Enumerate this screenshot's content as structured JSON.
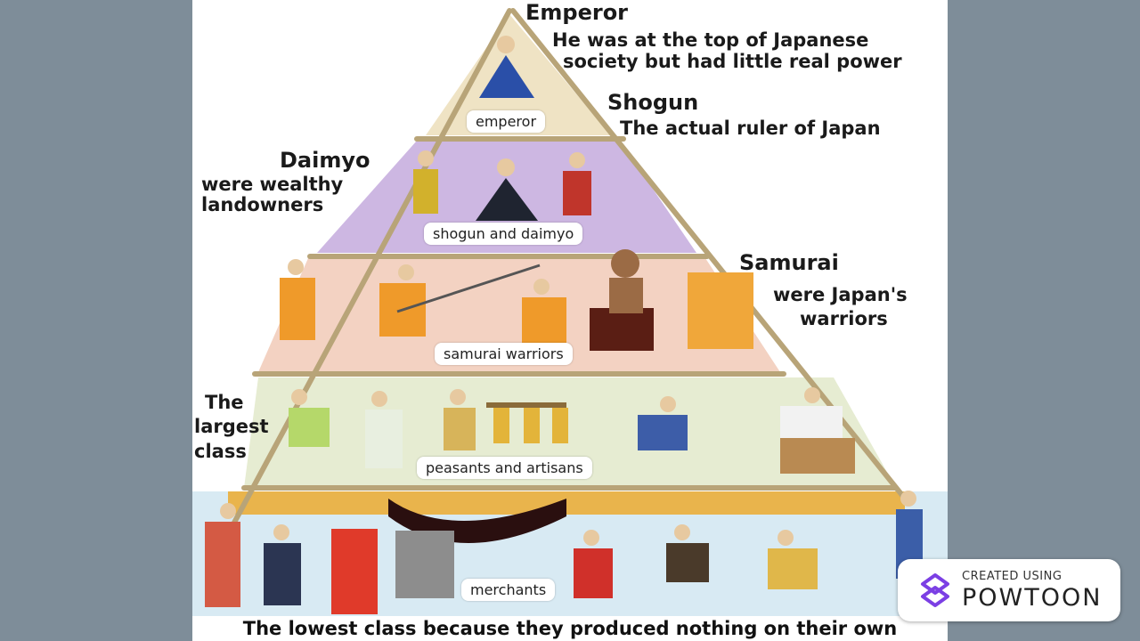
{
  "tiers": [
    {
      "label": "emperor",
      "color": "#efe3c4"
    },
    {
      "label": "shogun and daimyo",
      "color": "#cdb7e2"
    },
    {
      "label": "samurai warriors",
      "color": "#f3d2c2"
    },
    {
      "label": "peasants and artisans",
      "color": "#e6ecd2"
    },
    {
      "label": "merchants",
      "color": "#d8eaf3"
    }
  ],
  "annotations": {
    "emperor_title": "Emperor",
    "emperor_desc_1": "He was at the top of Japanese",
    "emperor_desc_2": "society but had little real power",
    "shogun_title": "Shogun",
    "shogun_desc": "The actual ruler of Japan",
    "daimyo_title": "Daimyo",
    "daimyo_desc_1": "were wealthy",
    "daimyo_desc_2": "landowners",
    "samurai_title": "Samurai",
    "samurai_desc_1": "were Japan's",
    "samurai_desc_2": "warriors",
    "largest_1": "The",
    "largest_2": "largest",
    "largest_3": "class"
  },
  "bottom_caption": "The lowest class because they produced nothing on their own",
  "watermark": {
    "small": "CREATED USING",
    "big": "POWTOON"
  },
  "colors": {
    "frame": "#b8a478",
    "banner": "#e9b44c",
    "accent_logo": "#7b3fe4"
  }
}
